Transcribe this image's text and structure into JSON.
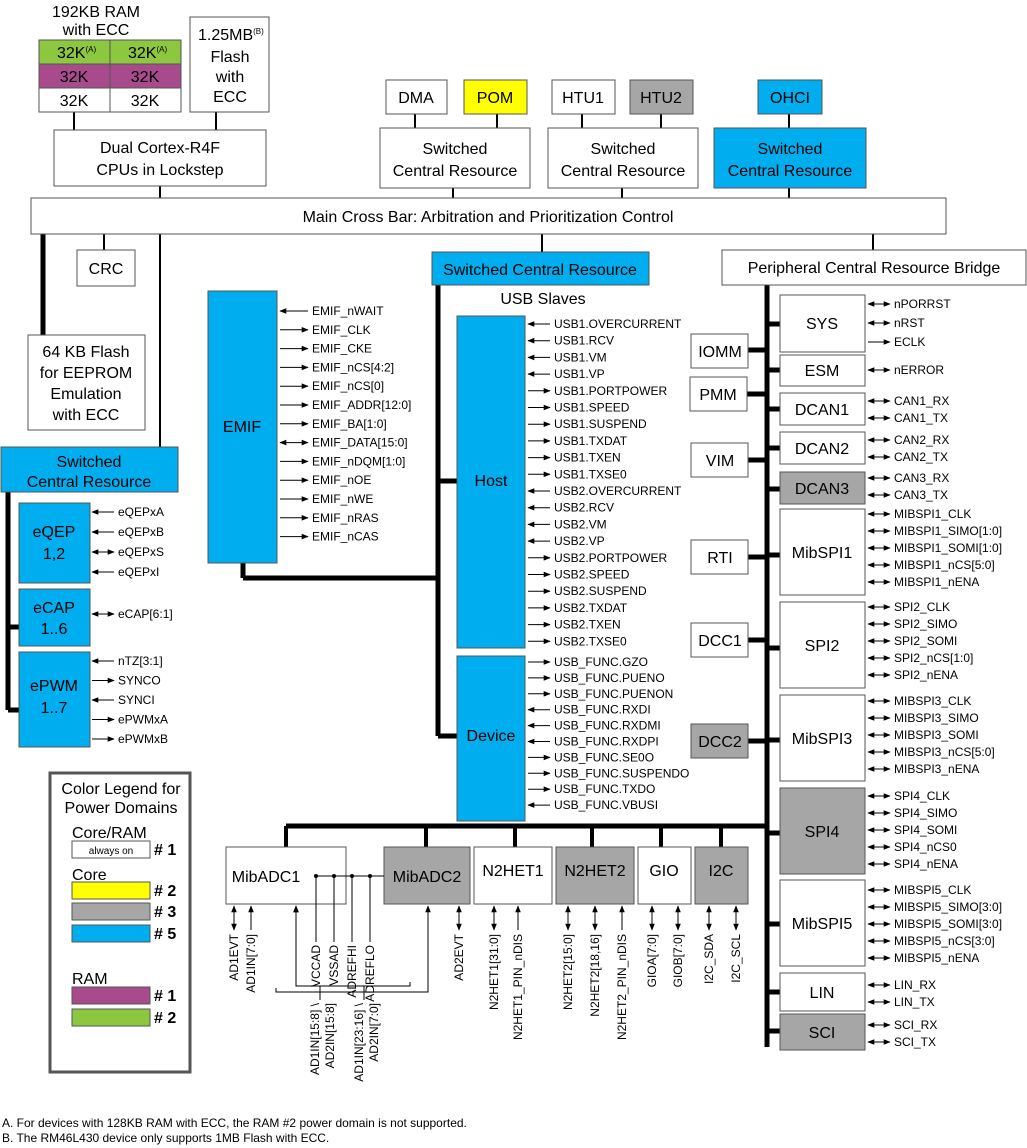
{
  "colors": {
    "white": "#ffffff",
    "core_ram_always_on": "#ffffff",
    "domain2_yellow": "#ffff00",
    "domain3_gray": "#a6a6a6",
    "domain5_blue": "#00aeef",
    "ram1_purple": "#a84b8c",
    "ram2_green": "#8dc63f"
  },
  "ram": {
    "title_line1": "192KB RAM",
    "title_line2": "with ECC",
    "cells": [
      [
        "32K(A)",
        "32K(A)"
      ],
      [
        "32K",
        "32K"
      ],
      [
        "32K",
        "32K"
      ]
    ],
    "c1": "32K",
    "c1_sup": "(A)",
    "c2": "32K",
    "c2_sup": "(A)",
    "c3": "32K",
    "c4": "32K",
    "c5": "32K",
    "c6": "32K"
  },
  "flash_main": {
    "line1": "1.25MB",
    "sup": "(B)",
    "line2": "Flash",
    "line3": "with",
    "line4": "ECC"
  },
  "cpu": {
    "line1": "Dual Cortex-R4F",
    "line2": "CPUs in Lockstep"
  },
  "dma": "DMA",
  "pom": "POM",
  "htu1": "HTU1",
  "htu2": "HTU2",
  "ohci": "OHCI",
  "scr": {
    "line1": "Switched",
    "line2": "Central Resource"
  },
  "crossbar": "Main Cross Bar: Arbitration and Prioritization Control",
  "crc": "CRC",
  "eeprom": {
    "line1": "64 KB Flash",
    "line2": "for EEPROM",
    "line3": "Emulation",
    "line4": "with ECC"
  },
  "scr_usb": "Switched Central Resource",
  "usb_slaves": "USB Slaves",
  "pcrb": "Peripheral Central Resource Bridge",
  "emif": {
    "label": "EMIF",
    "signals": [
      "EMIF_nWAIT",
      "EMIF_CLK",
      "EMIF_CKE",
      "EMIF_nCS[4:2]",
      "EMIF_nCS[0]",
      "EMIF_ADDR[12:0]",
      "EMIF_BA[1:0]",
      "EMIF_DATA[15:0]",
      "EMIF_nDQM[1:0]",
      "EMIF_nOE",
      "EMIF_nWE",
      "EMIF_nRAS",
      "EMIF_nCAS"
    ]
  },
  "host": {
    "label": "Host",
    "signals": [
      "USB1.OVERCURRENT",
      "USB1.RCV",
      "USB1.VM",
      "USB1.VP",
      "USB1.PORTPOWER",
      "USB1.SPEED",
      "USB1.SUSPEND",
      "USB1.TXDAT",
      "USB1.TXEN",
      "USB1.TXSE0",
      "USB2.OVERCURRENT",
      "USB2.RCV",
      "USB2.VM",
      "USB2.VP",
      "USB2.PORTPOWER",
      "USB2.SPEED",
      "USB2.SUSPEND",
      "USB2.TXDAT",
      "USB2.TXEN",
      "USB2.TXSE0"
    ]
  },
  "device": {
    "label": "Device",
    "signals": [
      "USB_FUNC.GZO",
      "USB_FUNC.PUENO",
      "USB_FUNC.PUENON",
      "USB_FUNC.RXDI",
      "USB_FUNC.RXDMI",
      "USB_FUNC.RXDPI",
      "USB_FUNC.SE0O",
      "USB_FUNC.SUSPENDO",
      "USB_FUNC.TXDO",
      "USB_FUNC.VBUSI"
    ]
  },
  "left_scr": {
    "line1": "Switched",
    "line2": "Central Resource"
  },
  "eqep": {
    "line1": "eQEP",
    "line2": "1,2",
    "signals": [
      "eQEPxA",
      "eQEPxB",
      "eQEPxS",
      "eQEPxI"
    ]
  },
  "ecap": {
    "line1": "eCAP",
    "line2": "1..6",
    "signals": [
      "eCAP[6:1]"
    ]
  },
  "epwm": {
    "line1": "ePWM",
    "line2": "1..7",
    "signals": [
      "nTZ[3:1]",
      "SYNCO",
      "SYNCI",
      "ePWMxA",
      "ePWMxB"
    ]
  },
  "mid_blocks": {
    "iomm": "IOMM",
    "pmm": "PMM",
    "vim": "VIM",
    "rti": "RTI",
    "dcc1": "DCC1",
    "dcc2": "DCC2"
  },
  "right_blocks": {
    "sys": {
      "label": "SYS",
      "signals": [
        "nPORRST",
        "nRST",
        "ECLK"
      ]
    },
    "esm": {
      "label": "ESM",
      "signals": [
        "nERROR"
      ]
    },
    "dcan1": {
      "label": "DCAN1",
      "signals": [
        "CAN1_RX",
        "CAN1_TX"
      ]
    },
    "dcan2": {
      "label": "DCAN2",
      "signals": [
        "CAN2_RX",
        "CAN2_TX"
      ]
    },
    "dcan3": {
      "label": "DCAN3",
      "signals": [
        "CAN3_RX",
        "CAN3_TX"
      ]
    },
    "mibspi1": {
      "label": "MibSPI1",
      "signals": [
        "MIBSPI1_CLK",
        "MIBSPI1_SIMO[1:0]",
        "MIBSPI1_SOMI[1:0]",
        "MIBSPI1_nCS[5:0]",
        "MIBSPI1_nENA"
      ]
    },
    "spi2": {
      "label": "SPI2",
      "signals": [
        "SPI2_CLK",
        "SPI2_SIMO",
        "SPI2_SOMI",
        "SPI2_nCS[1:0]",
        "SPI2_nENA"
      ]
    },
    "mibspi3": {
      "label": "MibSPI3",
      "signals": [
        "MIBSPI3_CLK",
        "MIBSPI3_SIMO",
        "MIBSPI3_SOMI",
        "MIBSPI3_nCS[5:0]",
        "MIBSPI3_nENA"
      ]
    },
    "spi4": {
      "label": "SPI4",
      "signals": [
        "SPI4_CLK",
        "SPI4_SIMO",
        "SPI4_SOMI",
        "SPI4_nCS0",
        "SPI4_nENA"
      ]
    },
    "mibspi5": {
      "label": "MibSPI5",
      "signals": [
        "MIBSPI5_CLK",
        "MIBSPI5_SIMO[3:0]",
        "MIBSPI5_SOMI[3:0]",
        "MIBSPI5_nCS[3:0]",
        "MIBSPI5_nENA"
      ]
    },
    "lin": {
      "label": "LIN",
      "signals": [
        "LIN_RX",
        "LIN_TX"
      ]
    },
    "sci": {
      "label": "SCI",
      "signals": [
        "SCI_RX",
        "SCI_TX"
      ]
    }
  },
  "bottom_blocks": {
    "mibadc1": "MibADC1",
    "mibadc2": "MibADC2",
    "n2het1": "N2HET1",
    "n2het2": "N2HET2",
    "gio": "GIO",
    "i2c": "I2C"
  },
  "bottom_signals": {
    "adc1": [
      "AD1EVT",
      "AD1IN[7:0]"
    ],
    "adc_ref": [
      "VCCAD",
      "VSSAD",
      "ADREFHI",
      "ADREFLO"
    ],
    "adc_shared1": [
      "AD1IN[15:8] \\",
      "AD2IN[15:8]"
    ],
    "adc_shared2": [
      "AD1IN[23:16] \\",
      "AD2IN[7:0]"
    ],
    "adc2": [
      "AD2EVT"
    ],
    "n2het1": [
      "N2HET1[31:0]",
      "N2HET1_PIN_nDIS"
    ],
    "n2het2": [
      "N2HET2[15:0]",
      "N2HET2[18,16]",
      "N2HET2_PIN_nDIS"
    ],
    "gio": [
      "GIOA[7:0]",
      "GIOB[7:0]"
    ],
    "i2c": [
      "I2C_SDA",
      "I2C_SCL"
    ]
  },
  "legend": {
    "title_line1": "Color Legend for",
    "title_line2": "Power Domains",
    "core_ram": "Core/RAM",
    "always_on": "always on",
    "n1": "# 1",
    "core": "Core",
    "n2": "# 2",
    "n3": "# 3",
    "n5": "# 5",
    "ram": "RAM",
    "r1": "# 1",
    "r2": "# 2"
  },
  "footnotes": {
    "a": "A. For devices with 128KB RAM with ECC, the RAM #2 power domain is not supported.",
    "b": "B. The RM46L430 device only supports 1MB Flash with ECC."
  }
}
